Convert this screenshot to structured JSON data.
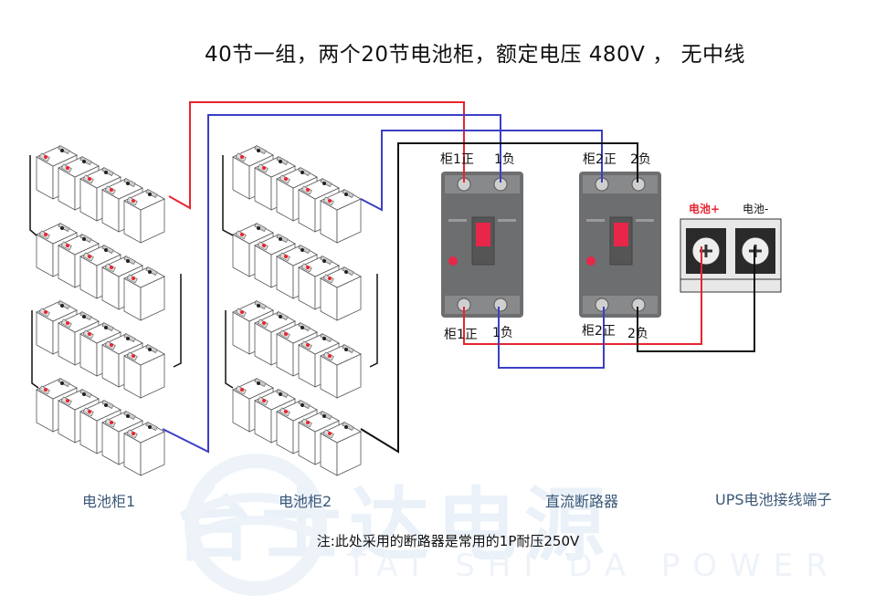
{
  "title": "40节一组，两个20节电池柜，额定电压 480V ， 无中线",
  "watermark": {
    "chinese": "台士达电源",
    "english": "TAI SHI DA POWER",
    "logo_icon": "swoosh-circle-logo"
  },
  "battery_cabinets": [
    {
      "id": "cabinet-1",
      "label": "电池柜1",
      "batteries": 20,
      "rows": 4,
      "per_row": 5
    },
    {
      "id": "cabinet-2",
      "label": "电池柜2",
      "batteries": 20,
      "rows": 4,
      "per_row": 5
    }
  ],
  "breakers": {
    "caption": "直流断路器",
    "units": [
      {
        "id": "breaker-1",
        "top_labels": [
          "柜1正",
          "1负"
        ],
        "bottom_labels": [
          "柜1正",
          "1负"
        ]
      },
      {
        "id": "breaker-2",
        "top_labels": [
          "柜2正",
          "2负"
        ],
        "bottom_labels": [
          "柜2正",
          "2负"
        ]
      }
    ]
  },
  "ups_terminal": {
    "caption": "UPS电池接线端子",
    "positive_label": "电池+",
    "negative_label": "电池-"
  },
  "wire_colors": {
    "positive": "#e8252f",
    "negative_blue": "#3b3fc4",
    "negative_black": "#111111"
  },
  "note": "注:此处采用的断路器是常用的1P耐压250V"
}
